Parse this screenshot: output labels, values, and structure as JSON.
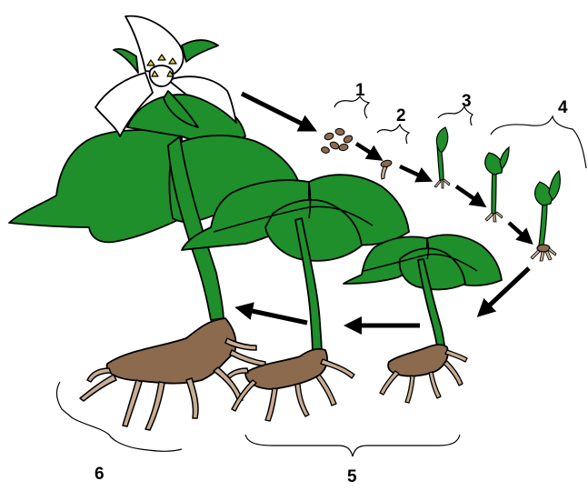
{
  "diagram": {
    "stage_labels": [
      "1",
      "2",
      "3",
      "4",
      "5",
      "6"
    ],
    "colors": {
      "leaf": "#1e8f2a",
      "stem": "#1e8f2a",
      "rhizome": "#8b6a4e",
      "root": "#c7ad93",
      "petal": "#ffffff",
      "stamen": "#e3cf4a",
      "seed": "#8b6a4e",
      "outline": "#000000"
    }
  }
}
